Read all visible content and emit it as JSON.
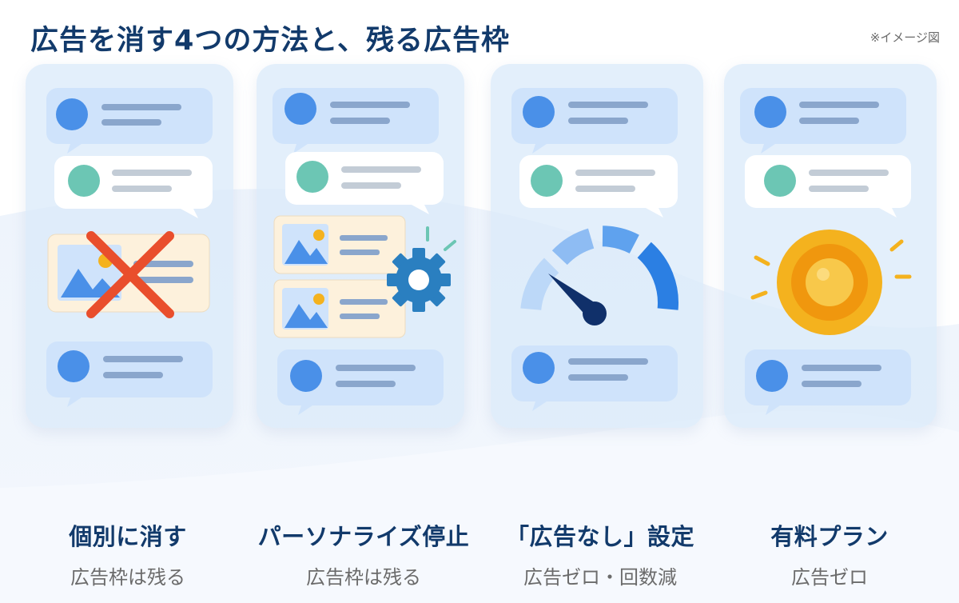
{
  "header": {
    "title": "広告を消す4つの方法と、残る広告枠",
    "note": "※イメージ図"
  },
  "methods": [
    {
      "title": "個別に消す",
      "subtitle": "広告枠は残る"
    },
    {
      "title": "パーソナライズ停止",
      "subtitle": "広告枠は残る"
    },
    {
      "title": "「広告なし」設定",
      "subtitle": "広告ゼロ・回数減"
    },
    {
      "title": "有料プラン",
      "subtitle": "広告ゼロ"
    }
  ],
  "colors": {
    "title": "#123a6b",
    "subtitle": "#6b6b6b",
    "card_bg": "#dae9fa",
    "bubble_blue": "#cfe3fb",
    "avatar_blue": "#4a90e8",
    "avatar_green": "#6cc6b4",
    "ad_bg": "#fdf1dc",
    "cross_red": "#e94e2c",
    "gear": "#2a7fc0",
    "gauge_needle": "#10306a",
    "coin_gold": "#f4b21e"
  },
  "icons": [
    "chat-bubble-icon",
    "avatar-icon",
    "ad-image-icon",
    "cross-icon",
    "gear-icon",
    "gauge-icon",
    "coin-icon"
  ]
}
